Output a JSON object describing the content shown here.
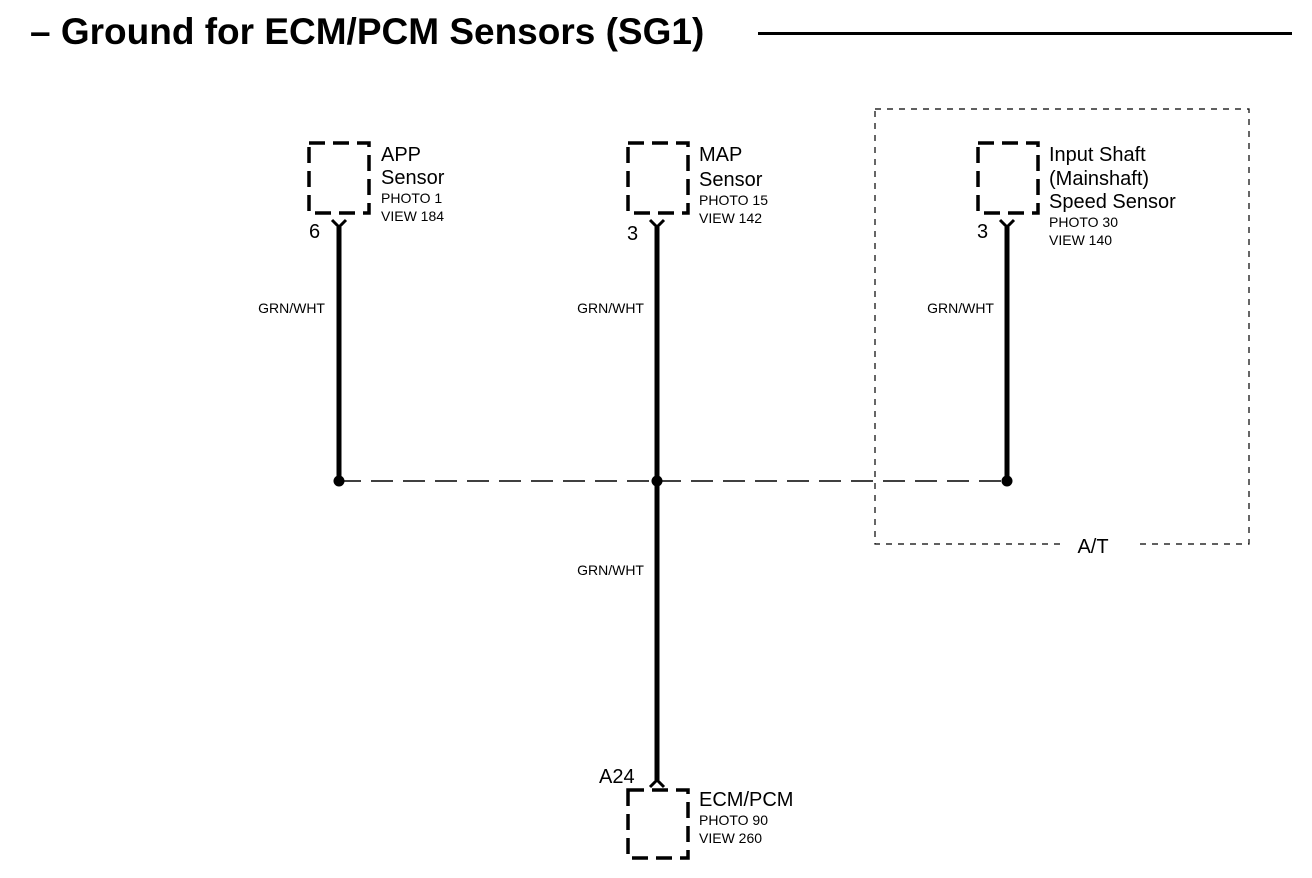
{
  "title": "– Ground for ECM/PCM Sensors (SG1)",
  "components": {
    "app": {
      "name_line1": "APP",
      "name_line2": "Sensor",
      "photo": "PHOTO 1",
      "view": "VIEW 184",
      "pin": "6"
    },
    "map": {
      "name_line1": "MAP",
      "name_line2": "Sensor",
      "photo": "PHOTO 15",
      "view": "VIEW 142",
      "pin": "3"
    },
    "iss": {
      "name_line1": "Input Shaft",
      "name_line2": "(Mainshaft)",
      "name_line3": "Speed Sensor",
      "photo": "PHOTO 30",
      "view": "VIEW 140",
      "pin": "3"
    },
    "ecm": {
      "name_line1": "ECM/PCM",
      "photo": "PHOTO 90",
      "view": "VIEW 260",
      "pin": "A24"
    }
  },
  "wires": {
    "app_color": "GRN/WHT",
    "map_color": "GRN/WHT",
    "iss_color": "GRN/WHT",
    "ecm_color": "GRN/WHT"
  },
  "region": {
    "label": "A/T"
  }
}
